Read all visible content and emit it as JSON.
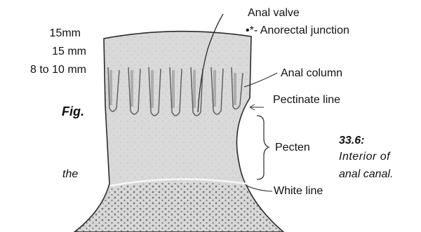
{
  "measurements": [
    "15mm",
    "15 mm",
    "8 to 10 mm"
  ],
  "labels": {
    "anal_valve": "Anal valve",
    "anorectal_junction": "•*- Anorectal junction",
    "anal_column": "Anal column",
    "pectinate_line": "Pectinate line",
    "pecten": "Pecten",
    "white_line": "White line"
  },
  "caption": {
    "fig": "Fig.",
    "number": "33.6:",
    "line1": "Interior of",
    "line2": "anal canal.",
    "the": "the"
  },
  "colors": {
    "tissue": "#d9d9d9",
    "outline": "#2b2b2b",
    "column_shading": "#7a7a7a",
    "white_line": "#f7f7f7"
  }
}
